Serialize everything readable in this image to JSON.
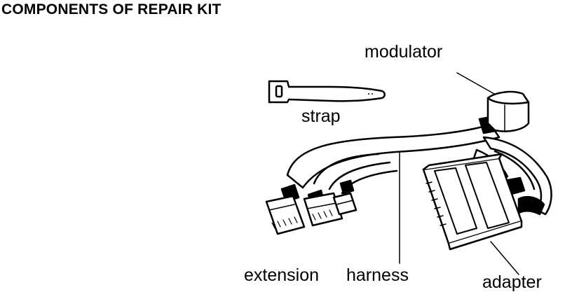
{
  "header": {
    "title": "COMPONENTS OF REPAIR KIT"
  },
  "labels": {
    "modulator": "modulator",
    "strap": "strap",
    "extension": "extension",
    "harness": "harness",
    "adapter": "adapter"
  },
  "colors": {
    "ink": "#000000",
    "paper": "#ffffff"
  }
}
